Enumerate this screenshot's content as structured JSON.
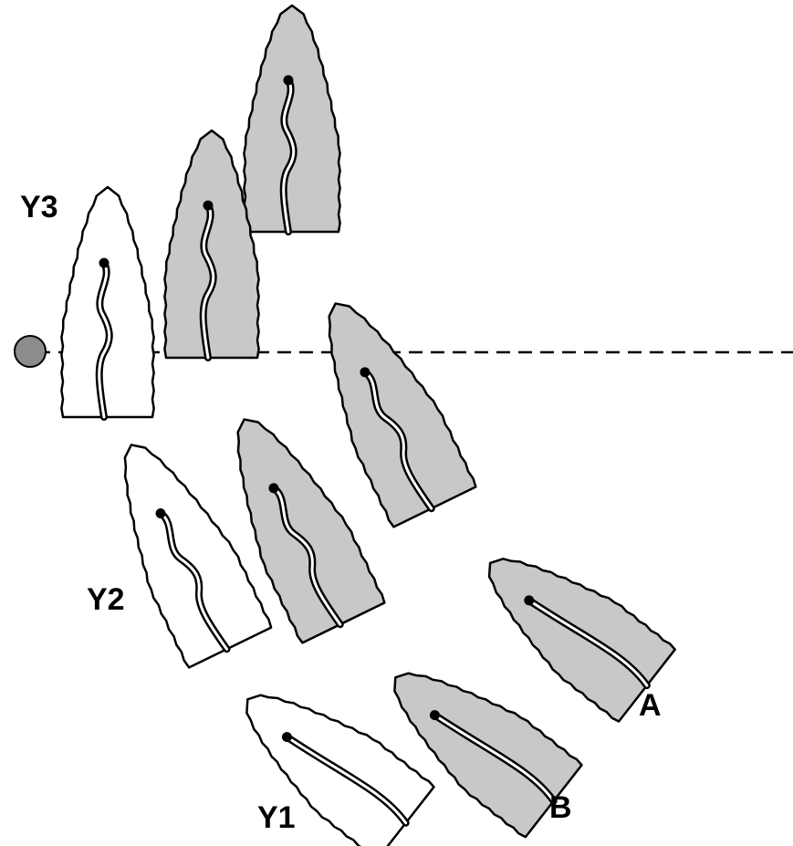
{
  "diagram": {
    "colors": {
      "background": "#ffffff",
      "outline": "#000000",
      "shaded_boat": "#c8c8c8",
      "white_boat": "#ffffff",
      "mark": "#8c8c8c"
    },
    "labels": {
      "y3": "Y3",
      "y2": "Y2",
      "y1": "Y1",
      "a": "A",
      "b": "B"
    },
    "boats": [
      {
        "id": "top-shaded",
        "fill": "shaded",
        "label_key": null
      },
      {
        "id": "mid-shaded",
        "fill": "shaded",
        "label_key": null
      },
      {
        "id": "y3",
        "fill": "white",
        "label_key": "y3"
      },
      {
        "id": "on-line-shaded",
        "fill": "shaded",
        "label_key": null
      },
      {
        "id": "y2",
        "fill": "white",
        "label_key": "y2"
      },
      {
        "id": "center-shaded",
        "fill": "shaded",
        "label_key": null
      },
      {
        "id": "a",
        "fill": "shaded",
        "label_key": "a"
      },
      {
        "id": "b",
        "fill": "shaded",
        "label_key": "b"
      },
      {
        "id": "y1",
        "fill": "white",
        "label_key": "y1"
      }
    ],
    "mark": {
      "name": "mark-buoy"
    },
    "line": {
      "style": "dashed"
    }
  }
}
